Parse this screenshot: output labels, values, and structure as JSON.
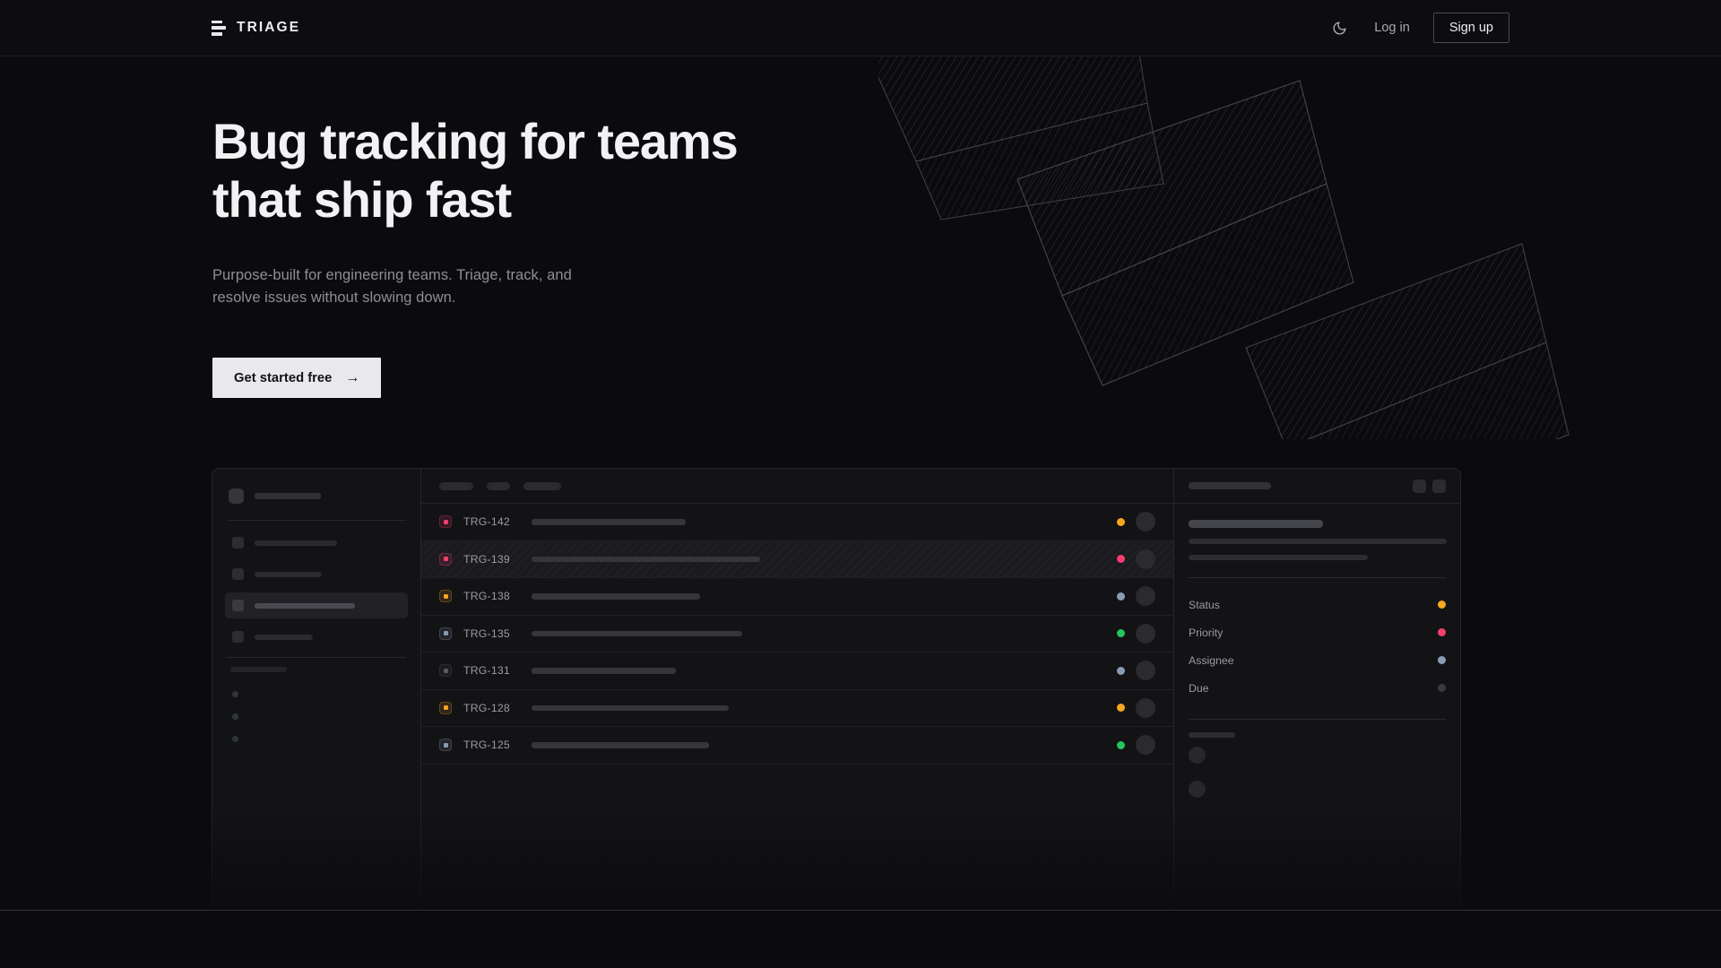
{
  "nav": {
    "brand": "TRIAGE",
    "brand_icon": "stacked-bars-logo",
    "theme_toggle_icon": "moon-icon",
    "login_label": "Log in",
    "signup_label": "Sign up"
  },
  "hero": {
    "headline": "Bug tracking for teams\nthat ship fast",
    "subhead": "Purpose-built for engineering teams. Triage, track, and\nresolve issues without slowing down.",
    "cta_label": "Get started free",
    "cta_arrow": "→",
    "decor_name": "diagonal-hatched-ribbon-decoration"
  },
  "colors": {
    "page_bg": "#0b0b0d",
    "panel_bg": "#131316",
    "panel_border": "#262629",
    "text_primary": "#f2f2f4",
    "text_muted": "#8e8e95",
    "cta_bg": "#e9e9eb",
    "status_orange": "#f5a623",
    "status_pink": "#f43f6e",
    "status_green": "#22c55e",
    "status_slate": "#8b9bb4",
    "status_dim": "#3a3a40"
  },
  "mock": {
    "sidebar": {
      "workspace_icon": "workspace-avatar",
      "nav_items": [
        {
          "width": 92,
          "active": false
        },
        {
          "width": 75,
          "active": false
        },
        {
          "width": 112,
          "active": true
        },
        {
          "width": 65,
          "active": false
        }
      ],
      "section_label_width": 63,
      "project_dots": 3
    },
    "list": {
      "header_pills": [
        38,
        26,
        42
      ],
      "rows": [
        {
          "id": "TRG-142",
          "badge_color": "#f43f6e",
          "title_width": 172,
          "dot_color": "#f5a623",
          "highlighted": false
        },
        {
          "id": "TRG-139",
          "badge_color": "#f43f6e",
          "title_width": 255,
          "dot_color": "#f43f6e",
          "highlighted": true
        },
        {
          "id": "TRG-138",
          "badge_color": "#f5a623",
          "title_width": 188,
          "dot_color": "#8b9bb4",
          "highlighted": false
        },
        {
          "id": "TRG-135",
          "badge_color": "#8b9bb4",
          "title_width": 235,
          "dot_color": "#22c55e",
          "highlighted": false
        },
        {
          "id": "TRG-131",
          "badge_color": "#5a5a62",
          "title_width": 161,
          "dot_color": "#8b9bb4",
          "highlighted": false
        },
        {
          "id": "TRG-128",
          "badge_color": "#f5a623",
          "title_width": 220,
          "dot_color": "#f5a623",
          "highlighted": false
        },
        {
          "id": "TRG-125",
          "badge_color": "#8b9bb4",
          "title_width": 198,
          "dot_color": "#22c55e",
          "highlighted": false
        }
      ]
    },
    "detail": {
      "header_title_width": 92,
      "header_buttons": 2,
      "body_title_width": 150,
      "body_lines": [
        288,
        200
      ],
      "fields": [
        {
          "label": "Status",
          "color": "#f5a623"
        },
        {
          "label": "Priority",
          "color": "#f43f6e"
        },
        {
          "label": "Assignee",
          "color": "#8b9bb4"
        },
        {
          "label": "Due",
          "color": "#3a3a40"
        }
      ],
      "comments_label_width": 52,
      "comment_avatars": 2
    }
  }
}
